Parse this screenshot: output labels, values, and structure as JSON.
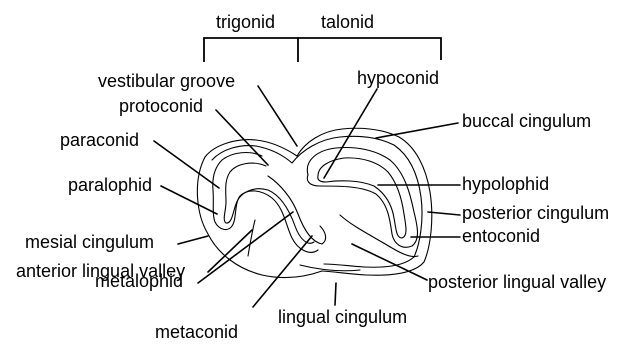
{
  "header": {
    "trigonid": "trigonid",
    "talonid": "talonid"
  },
  "labels": {
    "vestibular_groove": "vestibular groove",
    "protoconid": "protoconid",
    "paraconid": "paraconid",
    "paralophid": "paralophid",
    "mesial_cingulum": "mesial cingulum",
    "anterior_lingual_valley": "anterior lingual valley",
    "metalophid": "metalophid",
    "metaconid": "metaconid",
    "lingual_cingulum": "lingual cingulum",
    "hypoconid": "hypoconid",
    "buccal_cingulum": "buccal cingulum",
    "hypolophid": "hypolophid",
    "posterior_cingulum": "posterior cingulum",
    "entoconid": "entoconid",
    "posterior_lingual_valley": "posterior lingual valley"
  }
}
